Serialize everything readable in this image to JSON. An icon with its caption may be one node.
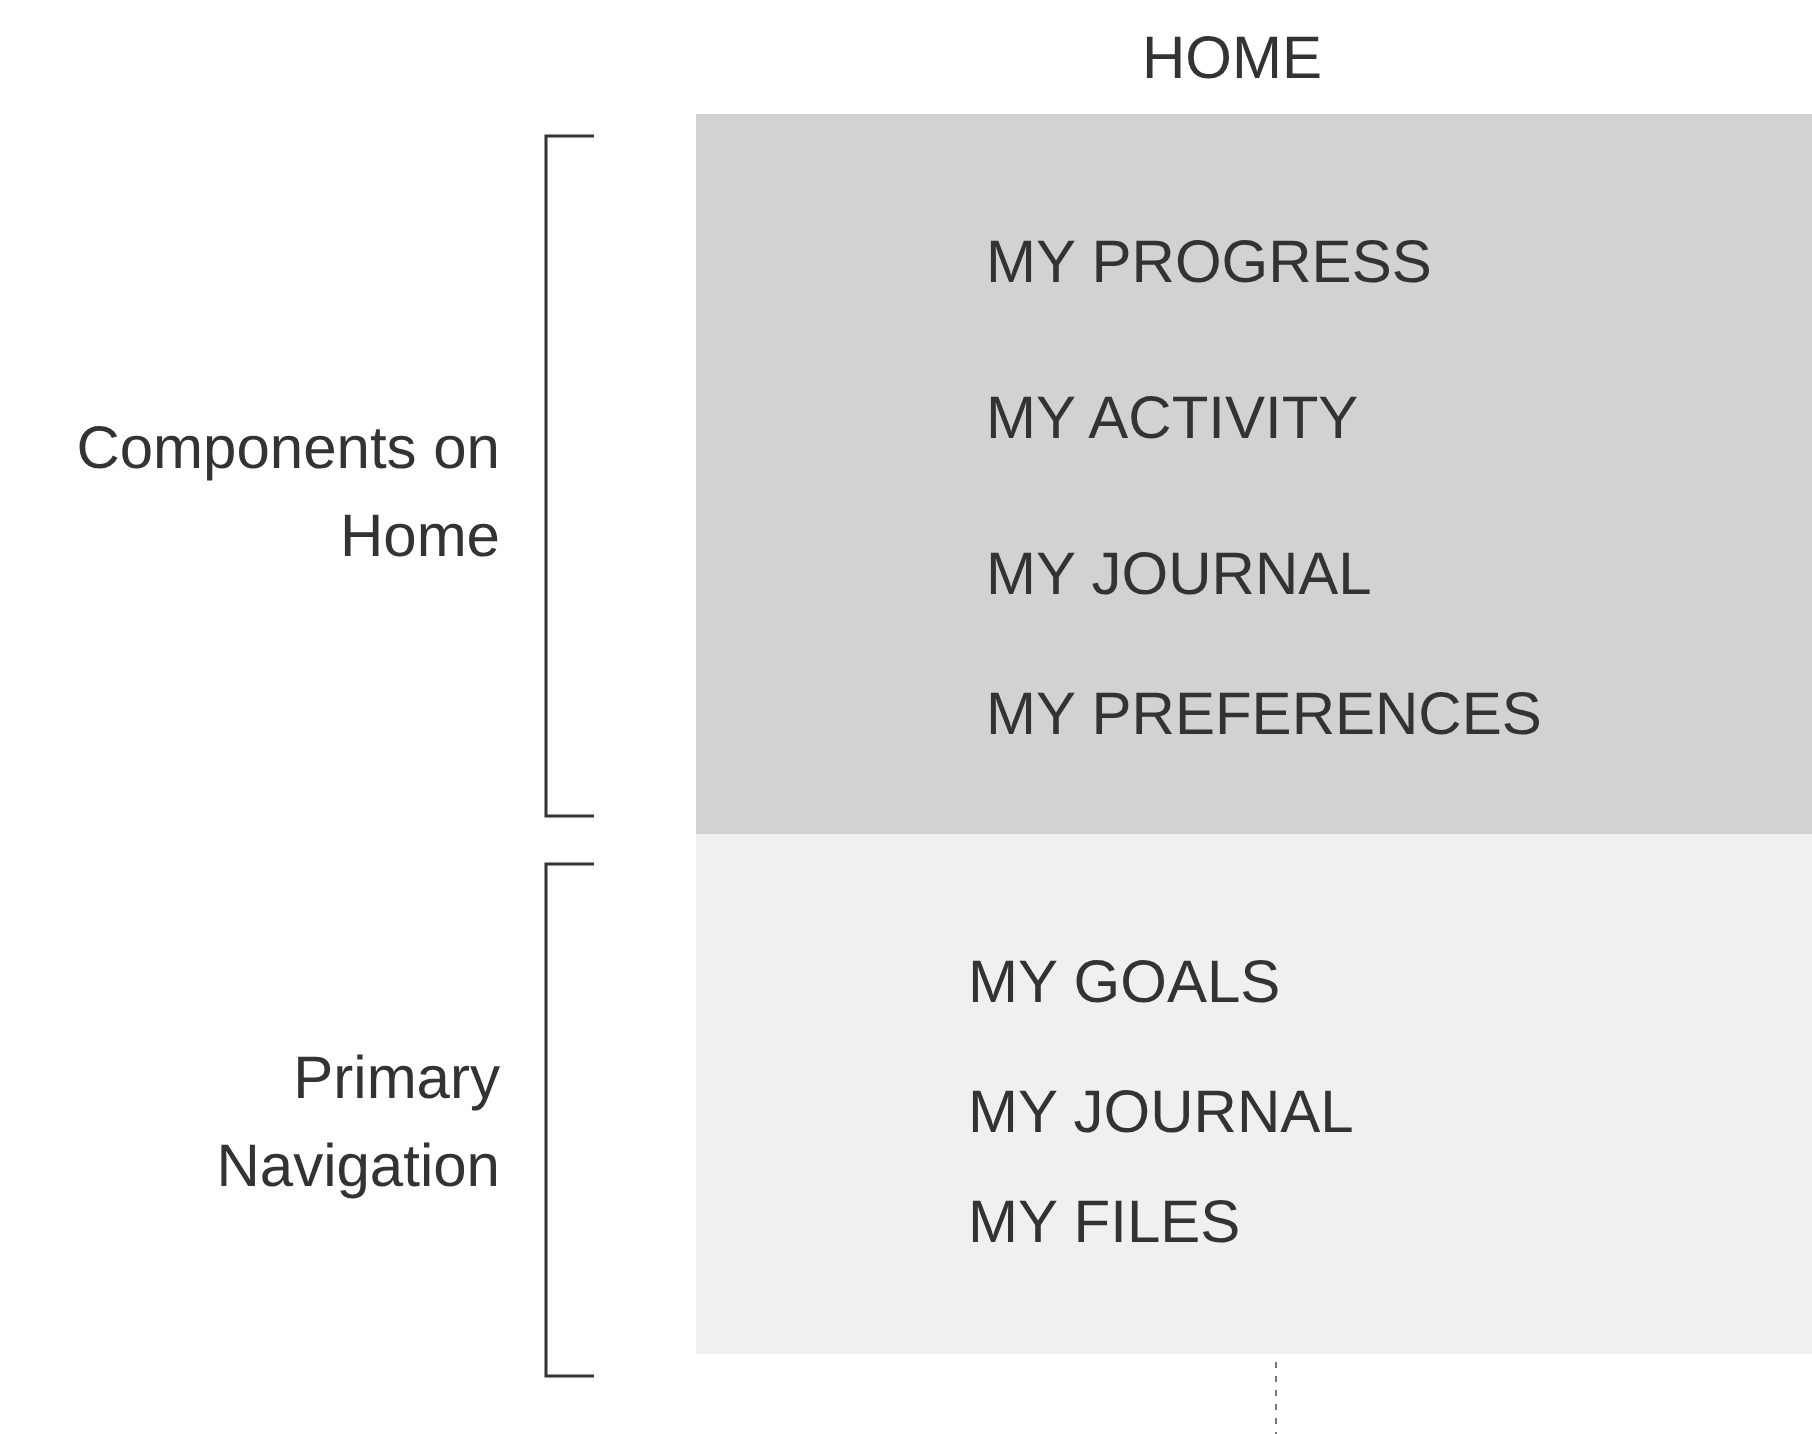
{
  "diagram": {
    "title": "HOME",
    "nodes": [
      {
        "text": [
          "MY PROGRESS",
          "MY ACTIVITY",
          "MY JOURNAL",
          "MY PREFERENCES"
        ]
      },
      {
        "text": [
          "MY GOALS",
          "MY JOURNAL",
          "MY FILES"
        ]
      }
    ],
    "labels": [
      "Components on Home",
      "Primary Navigation"
    ]
  }
}
